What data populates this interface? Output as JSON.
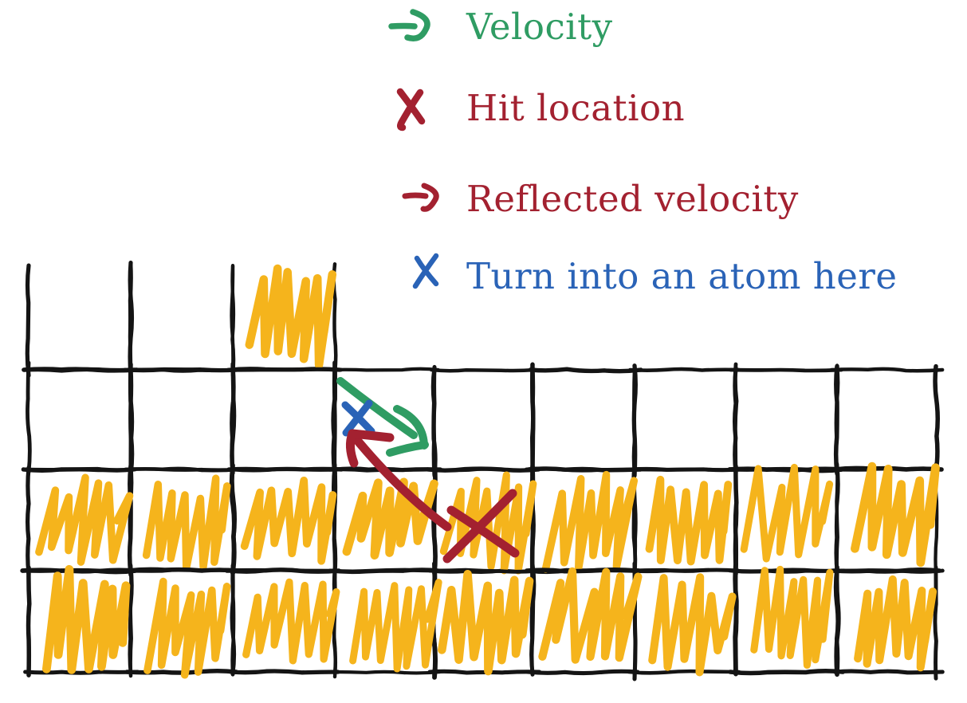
{
  "colors": {
    "green": "#2f9c63",
    "red": "#a32130",
    "blue": "#2a63b7",
    "yellow": "#f5b41c",
    "ink": "#141414",
    "background": "#ffffff"
  },
  "legend": [
    {
      "label": "Velocity",
      "color": "green",
      "marker": "arrow-icon"
    },
    {
      "label": "Hit location",
      "color": "red",
      "marker": "x-icon"
    },
    {
      "label": "Reflected velocity",
      "color": "red",
      "marker": "arrow-icon"
    },
    {
      "label": "Turn into an atom here",
      "color": "blue",
      "marker": "x-icon"
    }
  ],
  "grid": {
    "col_x": [
      36,
      164,
      292,
      420,
      545,
      668,
      796,
      923,
      1050,
      1174
    ],
    "row_y": [
      337,
      464,
      589,
      716,
      843
    ],
    "rows": [
      {
        "cells": [
          0,
          1,
          2
        ],
        "filled": [
          2
        ],
        "open_top": true
      },
      {
        "cells": [
          0,
          1,
          2,
          3,
          4,
          5,
          6,
          7,
          8
        ],
        "filled": [],
        "open_top": false
      },
      {
        "cells": [
          0,
          1,
          2,
          3,
          4,
          5,
          6,
          7,
          8
        ],
        "filled": [
          0,
          1,
          2,
          3,
          4,
          5,
          6,
          7,
          8
        ],
        "open_top": false
      },
      {
        "cells": [
          0,
          1,
          2,
          3,
          4,
          5,
          6,
          7,
          8
        ],
        "filled": [
          0,
          1,
          2,
          3,
          4,
          5,
          6,
          7,
          8
        ],
        "open_top": false
      }
    ]
  },
  "annotations": [
    {
      "name": "velocity-arrow",
      "color": "green",
      "width": 10,
      "paths": [
        "M427,478 Q470,512 519,546",
        "M498,513 Q531,528 532,559",
        "M489,568 Q512,561 533,558"
      ]
    },
    {
      "name": "atom-x",
      "color": "blue",
      "width": 9,
      "paths": [
        "M433,508 Q449,523 466,541",
        "M463,506 Q449,524 434,543"
      ]
    },
    {
      "name": "reflected-velocity-arrow",
      "color": "red",
      "width": 11,
      "paths": [
        "M561,661 Q501,617 442,545",
        "M444,581 Q436,560 442,544",
        "M442,544 Q462,546 489,549"
      ]
    },
    {
      "name": "hit-x",
      "color": "red",
      "width": 11,
      "paths": [
        "M566,640 Q605,665 646,694",
        "M643,619 Q603,660 561,701"
      ]
    }
  ]
}
